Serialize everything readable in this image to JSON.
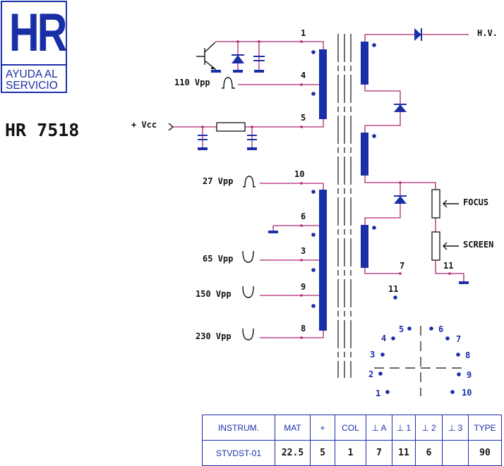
{
  "logo": {
    "letters": "HR",
    "line1": "AYUDA AL",
    "line2": "SERVICIO"
  },
  "model": "HR 7518",
  "left_labels": {
    "vpp110": "110 Vpp",
    "vcc": "+ Vcc",
    "vpp27": "27 Vpp",
    "vpp65": "65 Vpp",
    "vpp150": "150 Vpp",
    "vpp230": "230 Vpp"
  },
  "pins": {
    "p1": "1",
    "p4": "4",
    "p5": "5",
    "p10": "10",
    "p6": "6",
    "p3": "3",
    "p9": "9",
    "p8": "8",
    "p7": "7",
    "p11": "11"
  },
  "right_labels": {
    "hv": "H.V.",
    "focus": "FOCUS",
    "screen": "SCREEN"
  },
  "pinout": {
    "n1": "1",
    "n2": "2",
    "n3": "3",
    "n4": "4",
    "n5": "5",
    "n6": "6",
    "n7": "7",
    "n8": "8",
    "n9": "9",
    "n10": "10",
    "n11": "11"
  },
  "table": {
    "headers": [
      "INSTRUM.",
      "MAT",
      "+",
      "COL",
      "⊥ A",
      "⊥ 1",
      "⊥ 2",
      "⊥ 3",
      "TYPE"
    ],
    "values": [
      "STVDST-01",
      "22.5",
      "5",
      "1",
      "7",
      "11",
      "6",
      "",
      "90"
    ]
  },
  "colors": {
    "wire": "#b0246f",
    "component": "#1a2ea8",
    "text": "#111111"
  }
}
